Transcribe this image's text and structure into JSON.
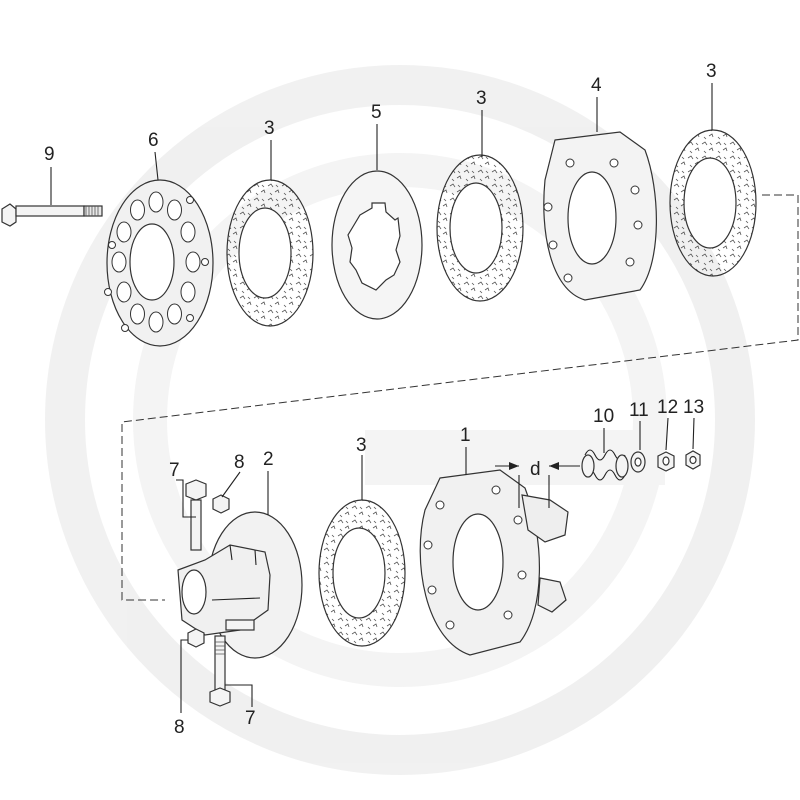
{
  "diagram": {
    "title": "",
    "labels": {
      "l1": "1",
      "l2": "2",
      "l3a": "3",
      "l3b": "3",
      "l3c": "3",
      "l3d": "3",
      "l4": "4",
      "l5": "5",
      "l6": "6",
      "l7a": "7",
      "l7b": "7",
      "l8a": "8",
      "l8b": "8",
      "l9": "9",
      "l10": "10",
      "l11": "11",
      "l12": "12",
      "l13": "13",
      "dim_d": "d"
    },
    "colors": {
      "line": "#222222",
      "part_fill": "#f4f4f4",
      "watermark": "#efefef"
    }
  }
}
